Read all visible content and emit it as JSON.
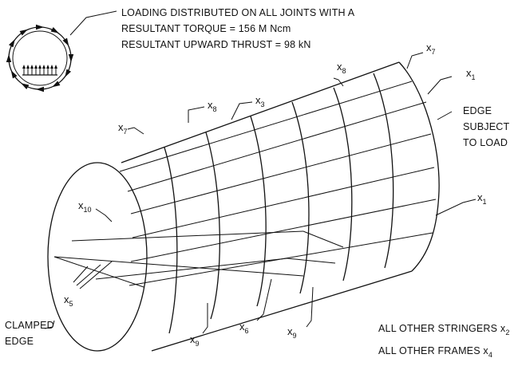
{
  "header": {
    "line1": "LOADING DISTRIBUTED ON ALL JOINTS WITH A",
    "line2": "RESULTANT TORQUE = 156 M Ncm",
    "line3": "RESULTANT UPWARD THRUST = 98 kN"
  },
  "edge_load": {
    "line1": "EDGE",
    "line2": "SUBJECT",
    "line3": "TO LOAD"
  },
  "clamped": {
    "line1": "CLAMPED",
    "line2": "EDGE"
  },
  "notes": {
    "stringers_prefix": "ALL OTHER STRINGERS x",
    "stringers_sub": "2",
    "frames_prefix": "ALL OTHER FRAMES x",
    "frames_sub": "4"
  },
  "labels": {
    "x7_left": {
      "base": "x",
      "sub": "7"
    },
    "x8_left": {
      "base": "x",
      "sub": "8"
    },
    "x3": {
      "base": "x",
      "sub": "3"
    },
    "x8_right": {
      "base": "x",
      "sub": "8"
    },
    "x7_right": {
      "base": "x",
      "sub": "7"
    },
    "x1_top": {
      "base": "x",
      "sub": "1"
    },
    "x1_right": {
      "base": "x",
      "sub": "1"
    },
    "x10": {
      "base": "x",
      "sub": "10"
    },
    "x5": {
      "base": "x",
      "sub": "5"
    },
    "x9_left": {
      "base": "x",
      "sub": "9"
    },
    "x6": {
      "base": "x",
      "sub": "6"
    },
    "x9_right": {
      "base": "x",
      "sub": "9"
    }
  }
}
